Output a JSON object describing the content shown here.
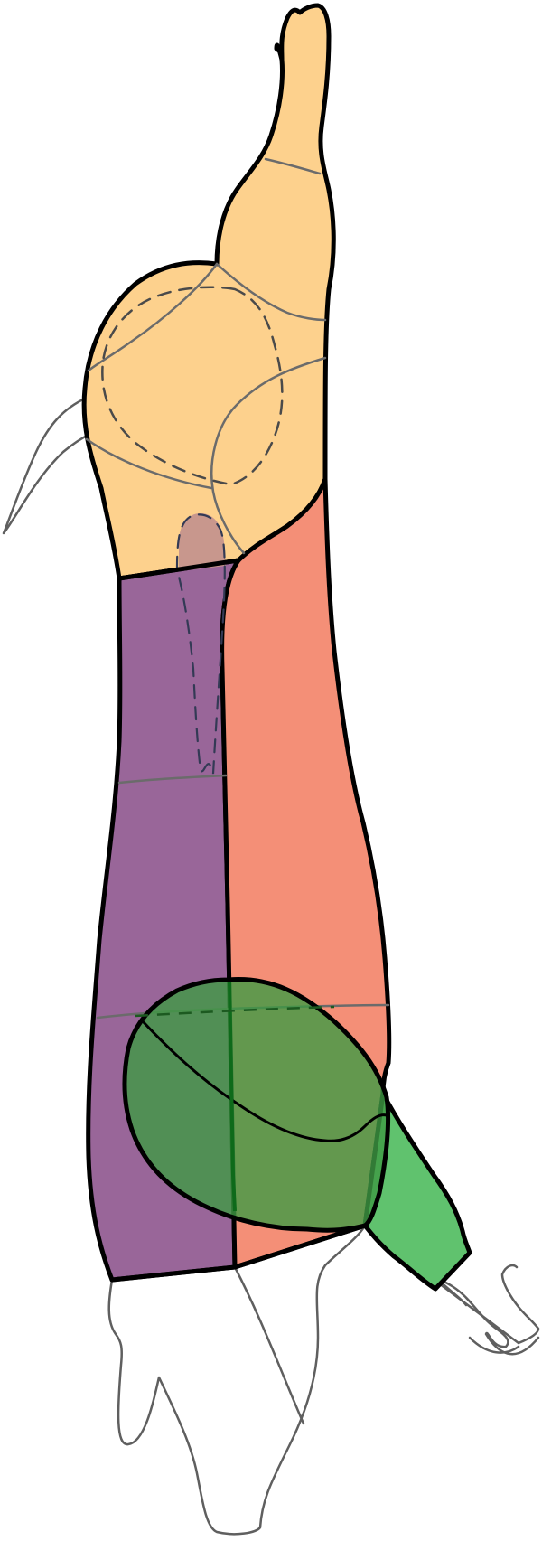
{
  "diagram": {
    "regions": [
      {
        "id": "region-upper",
        "color": "#fdd18d"
      },
      {
        "id": "region-purple",
        "color": "#996699"
      },
      {
        "id": "region-salmon",
        "color": "#f48f77"
      },
      {
        "id": "region-green-oval",
        "color": "#3f9a43"
      },
      {
        "id": "region-green-tab",
        "color": "#60c26e"
      },
      {
        "id": "region-small-oval",
        "color": "#c8978d"
      }
    ],
    "outline_color": "#000000",
    "guide_line_color": "#6b6b6b"
  }
}
